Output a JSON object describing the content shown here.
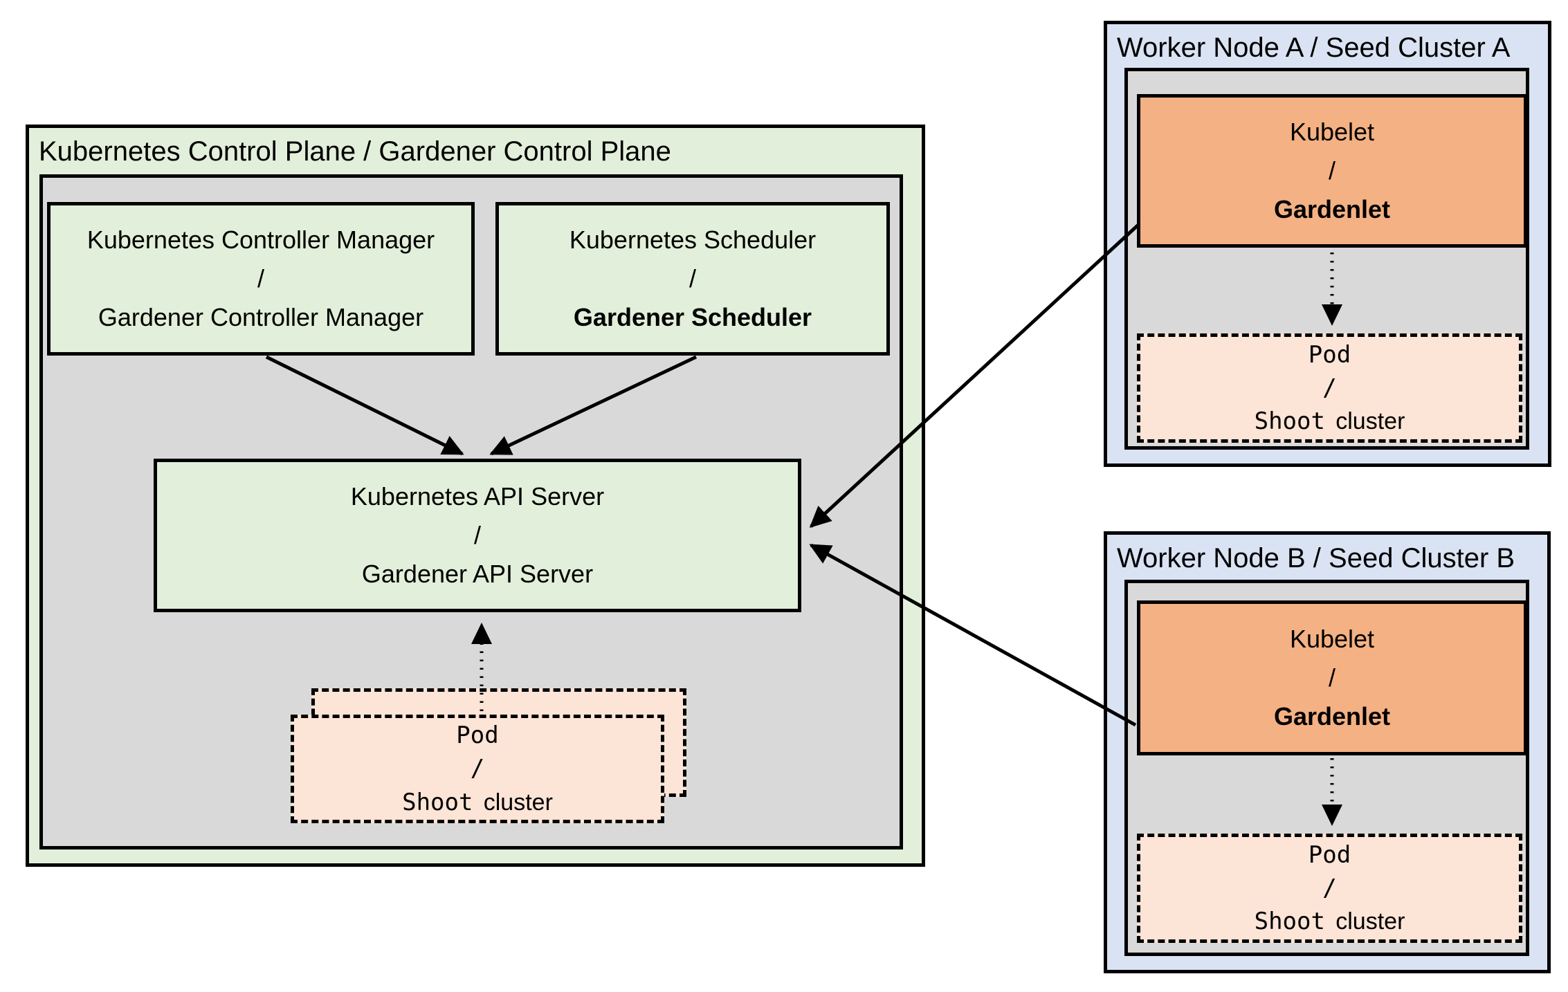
{
  "control_plane": {
    "title": "Kubernetes Control Plane / Gardener Control Plane",
    "boxes": {
      "controller_manager": {
        "lines": [
          "Kubernetes Controller Manager",
          "/",
          "Gardener Controller Manager"
        ]
      },
      "scheduler": {
        "lines": [
          "Kubernetes Scheduler",
          "/",
          "Gardener Scheduler"
        ]
      },
      "api_server": {
        "lines": [
          "Kubernetes API Server",
          "/",
          "Gardener API Server"
        ]
      },
      "pod": {
        "lines": [
          "Pod",
          "/"
        ],
        "shoot": "Shoot",
        "cluster": "cluster"
      }
    }
  },
  "worker_node_a": {
    "title": "Worker Node A / Seed Cluster A",
    "kubelet": {
      "lines": [
        "Kubelet",
        "/",
        "Gardenlet"
      ]
    },
    "pod": {
      "lines": [
        "Pod",
        "/"
      ],
      "shoot": "Shoot",
      "cluster": "cluster"
    }
  },
  "worker_node_b": {
    "title": "Worker Node B / Seed Cluster B",
    "kubelet": {
      "lines": [
        "Kubelet",
        "/",
        "Gardenlet"
      ]
    },
    "pod": {
      "lines": [
        "Pod",
        "/"
      ],
      "shoot": "Shoot",
      "cluster": "cluster"
    }
  },
  "colors": {
    "outer_green": "#e2efda",
    "inner_gray": "#d9d9d9",
    "node_blue": "#dae3f3",
    "kubelet_orange": "#f4b183",
    "pod_peach": "#fce4d6",
    "line_black": "#000000"
  }
}
